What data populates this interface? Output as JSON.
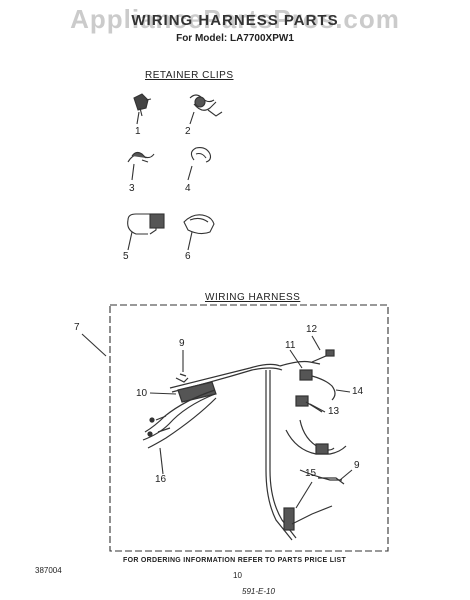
{
  "header": {
    "watermark": "AppliancePartsPros.com",
    "title": "WIRING HARNESS PARTS",
    "model_line": "For Model: LA7700XPW1"
  },
  "sections": {
    "retainer_clips": "RETAINER CLIPS",
    "wiring_harness": "WIRING HARNESS"
  },
  "callouts": {
    "c1": "1",
    "c2": "2",
    "c3": "3",
    "c4": "4",
    "c5": "5",
    "c6": "6",
    "c7": "7",
    "c9a": "9",
    "c9b": "9",
    "c10": "10",
    "c11": "11",
    "c12": "12",
    "c13": "13",
    "c14": "14",
    "c15": "15",
    "c16": "16"
  },
  "footer": {
    "ordering_note": "FOR ORDERING INFORMATION REFER TO PARTS PRICE LIST",
    "doc_number": "387004",
    "page_number": "10",
    "handwritten_code": "591-E-10"
  }
}
